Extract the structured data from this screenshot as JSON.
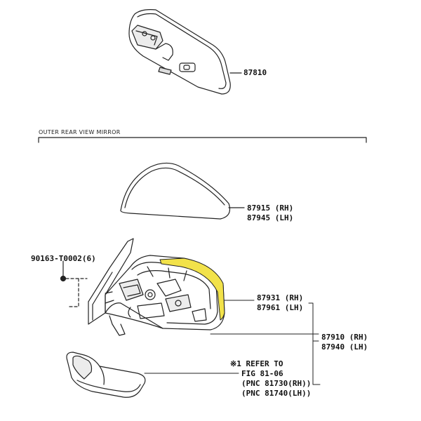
{
  "section": {
    "title": "OUTER REAR VIEW MIRROR"
  },
  "parts": {
    "inner_mirror": "87810",
    "cover_rh": "87915 (RH)",
    "cover_lh": "87945 (LH)",
    "screw": "90163-T0002(6)",
    "mirror_rh": "87931 (RH)",
    "mirror_lh": "87961 (LH)",
    "assy_rh": "87910 (RH)",
    "assy_lh": "87940 (LH)"
  },
  "note": {
    "line1": "※1 REFER TO",
    "line2": "FIG 81-06",
    "line3": "(PNC 81730(RH))",
    "line4": "(PNC 81740(LH))"
  },
  "colors": {
    "line": "#222222",
    "highlight": "#f2e24a",
    "background": "#ffffff"
  }
}
